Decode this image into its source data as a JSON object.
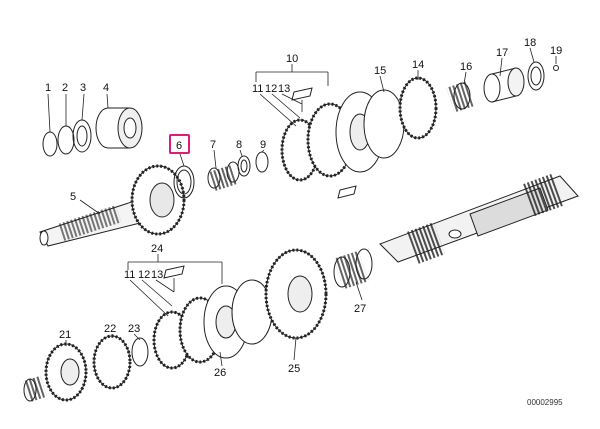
{
  "diagram": {
    "reference_code": "00002995",
    "highlighted_label": "6",
    "callouts": [
      "1",
      "2",
      "3",
      "4",
      "5",
      "6",
      "7",
      "8",
      "9",
      "10",
      "11",
      "12",
      "13",
      "14",
      "15",
      "16",
      "17",
      "18",
      "19",
      "11",
      "12",
      "13",
      "24",
      "21",
      "22",
      "23",
      "26",
      "25",
      "27"
    ]
  }
}
